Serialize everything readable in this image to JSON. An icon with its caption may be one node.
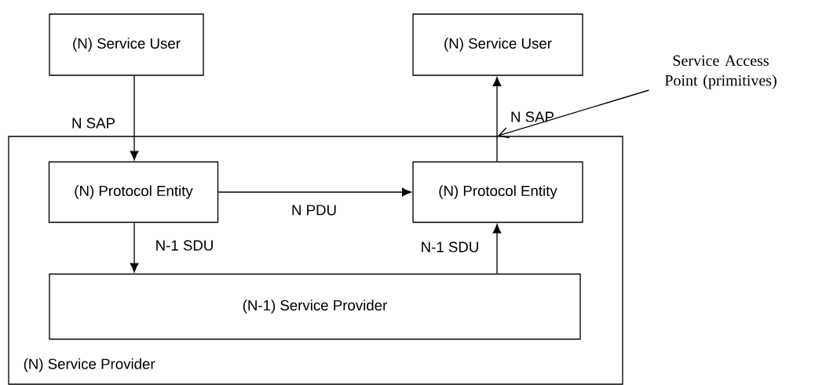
{
  "diagram": {
    "nodes": [
      {
        "text": [
          "(N) Service User"
        ]
      },
      {
        "text": [
          "(N) Service User"
        ]
      },
      {
        "text": [
          "(N) Service Provider"
        ]
      },
      {
        "text": [
          "(N) Protocol Entity"
        ],
        "in": 2
      },
      {
        "text": [
          "(N) Protocol Entity"
        ],
        "in": 2
      },
      {
        "text": [
          "(N-1) Service Provider"
        ],
        "in": 2
      },
      {
        "text": [
          "Service Access Point (primitives)"
        ]
      }
    ],
    "edges": [
      {
        "from": 0,
        "to": 3,
        "arrow": "to",
        "label": "N SAP"
      },
      {
        "from": 4,
        "to": 1,
        "arrow": "to",
        "label": "N SAP"
      },
      {
        "from": 3,
        "to": 4,
        "arrow": "to",
        "label": "N PDU"
      },
      {
        "from": 3,
        "to": 5,
        "arrow": "to",
        "label": "N-1 SDU"
      },
      {
        "from": 5,
        "to": 4,
        "arrow": "to",
        "label": "N-1 SDU"
      },
      {
        "from": 6,
        "to": 2,
        "arrow": "to"
      }
    ]
  }
}
